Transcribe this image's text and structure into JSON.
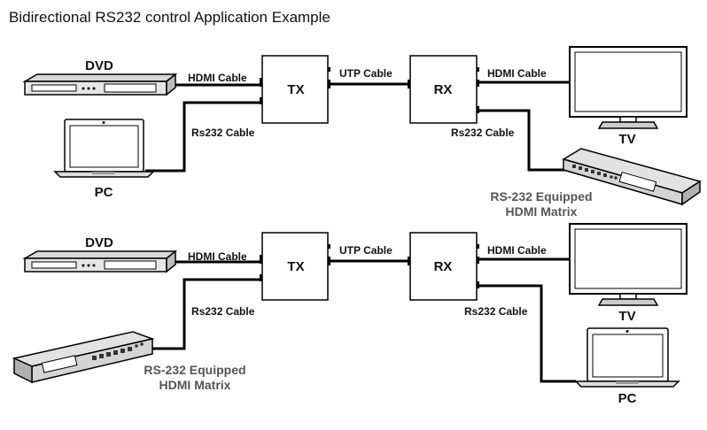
{
  "title": "Bidirectional RS232 control Application Example",
  "top": {
    "dvd": "DVD",
    "pc": "PC",
    "tx": "TX",
    "rx": "RX",
    "tv": "TV",
    "hdmi_in": "HDMI Cable",
    "rs232_left": "Rs232 Cable",
    "utp": "UTP Cable",
    "hdmi_out": "HDMI Cable",
    "rs232_right": "Rs232 Cable",
    "matrix_line1": "RS-232 Equipped",
    "matrix_line2": "HDMI Matrix"
  },
  "bottom": {
    "dvd": "DVD",
    "tx": "TX",
    "rx": "RX",
    "tv": "TV",
    "pc": "PC",
    "hdmi_in": "HDMI Cable",
    "rs232_left": "Rs232 Cable",
    "utp": "UTP Cable",
    "hdmi_out": "HDMI Cable",
    "rs232_right": "Rs232 Cable",
    "matrix_line1": "RS-232 Equipped",
    "matrix_line2": "HDMI Matrix"
  }
}
